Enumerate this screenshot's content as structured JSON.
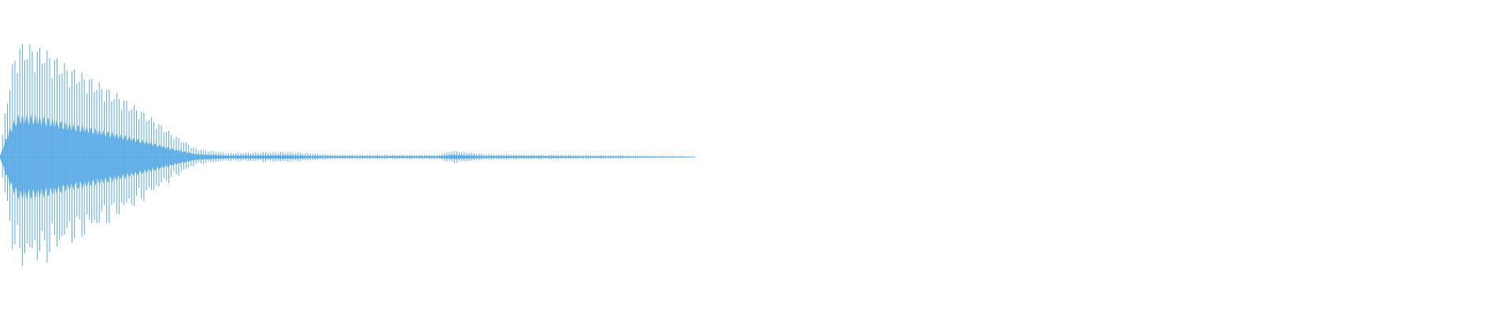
{
  "waveform": {
    "color": "#5aaae6",
    "background": "#ffffff",
    "visible_duration_fraction": 0.46,
    "envelope": [
      {
        "t": 0.0,
        "peak": 0.02
      },
      {
        "t": 0.004,
        "peak": 0.45
      },
      {
        "t": 0.008,
        "peak": 0.78
      },
      {
        "t": 0.012,
        "peak": 0.97
      },
      {
        "t": 0.02,
        "peak": 0.96
      },
      {
        "t": 0.03,
        "peak": 0.92
      },
      {
        "t": 0.045,
        "peak": 0.78
      },
      {
        "t": 0.06,
        "peak": 0.68
      },
      {
        "t": 0.08,
        "peak": 0.52
      },
      {
        "t": 0.1,
        "peak": 0.34
      },
      {
        "t": 0.115,
        "peak": 0.19
      },
      {
        "t": 0.13,
        "peak": 0.07
      },
      {
        "t": 0.15,
        "peak": 0.035
      },
      {
        "t": 0.19,
        "peak": 0.045
      },
      {
        "t": 0.22,
        "peak": 0.02
      },
      {
        "t": 0.29,
        "peak": 0.02
      },
      {
        "t": 0.3,
        "peak": 0.055
      },
      {
        "t": 0.32,
        "peak": 0.025
      },
      {
        "t": 0.4,
        "peak": 0.015
      },
      {
        "t": 0.455,
        "peak": 0.006
      },
      {
        "t": 0.46,
        "peak": 0.0
      }
    ],
    "core_ratio": 0.33,
    "cycle_count": 280
  }
}
